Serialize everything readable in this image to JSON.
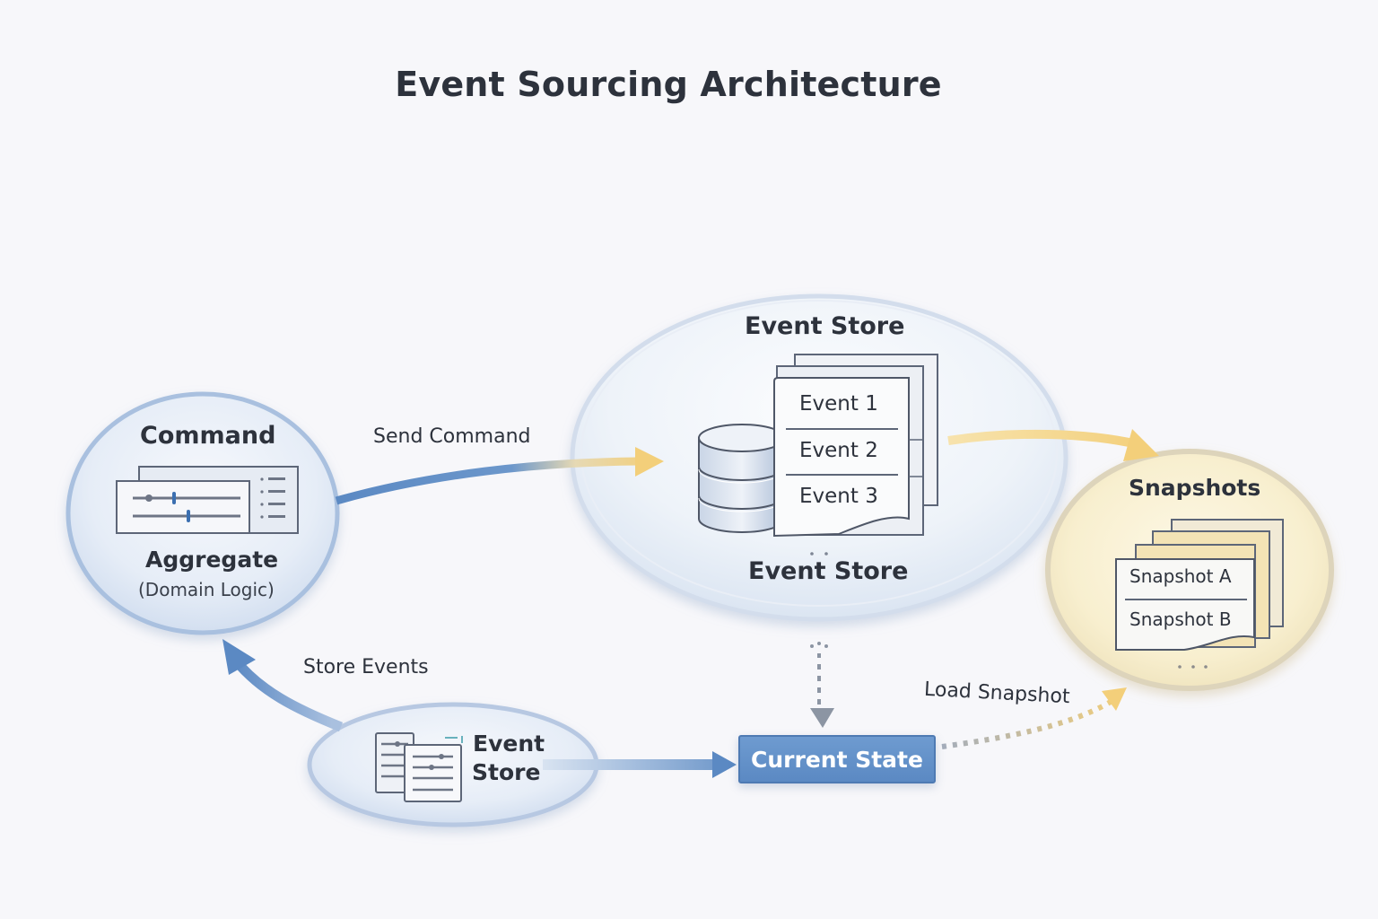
{
  "title": "Event Sourcing Architecture",
  "nodes": {
    "command": {
      "title": "Command",
      "subtitle": "Aggregate",
      "caption": "(Domain Logic)",
      "icon": "sliders-panel-icon"
    },
    "event_store": {
      "title": "Event Store",
      "footer": "Event Store",
      "events": [
        "Event 1",
        "Event 2",
        "Event 3"
      ],
      "icon": "database-icon"
    },
    "snapshots": {
      "title": "Snapshots",
      "items": [
        "Snapshot A",
        "Snapshot B"
      ]
    },
    "event_store_small": {
      "line1": "Event",
      "line2": "Store",
      "icon": "documents-icon"
    },
    "current_state": {
      "label": "Current State"
    }
  },
  "edges": {
    "send_command": "Send Command",
    "store_events": "Store Events",
    "load_snapshot": "Load Snapshot"
  },
  "colors": {
    "blue": "#5b89c3",
    "yellow": "#f3cf7a",
    "text": "#2d323c"
  }
}
